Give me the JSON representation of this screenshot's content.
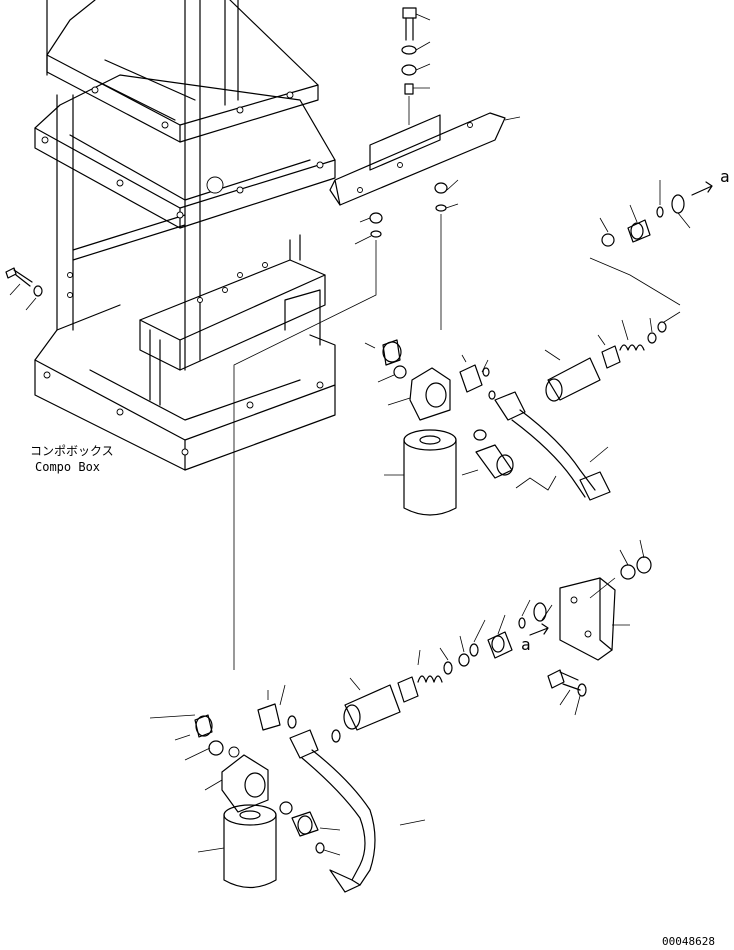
{
  "labels": {
    "compo_box_jp": "コンポボックス",
    "compo_box_en": "Compo Box",
    "ref_a_top": "a",
    "ref_a_bottom": "a",
    "drawing_number": "00048628"
  }
}
